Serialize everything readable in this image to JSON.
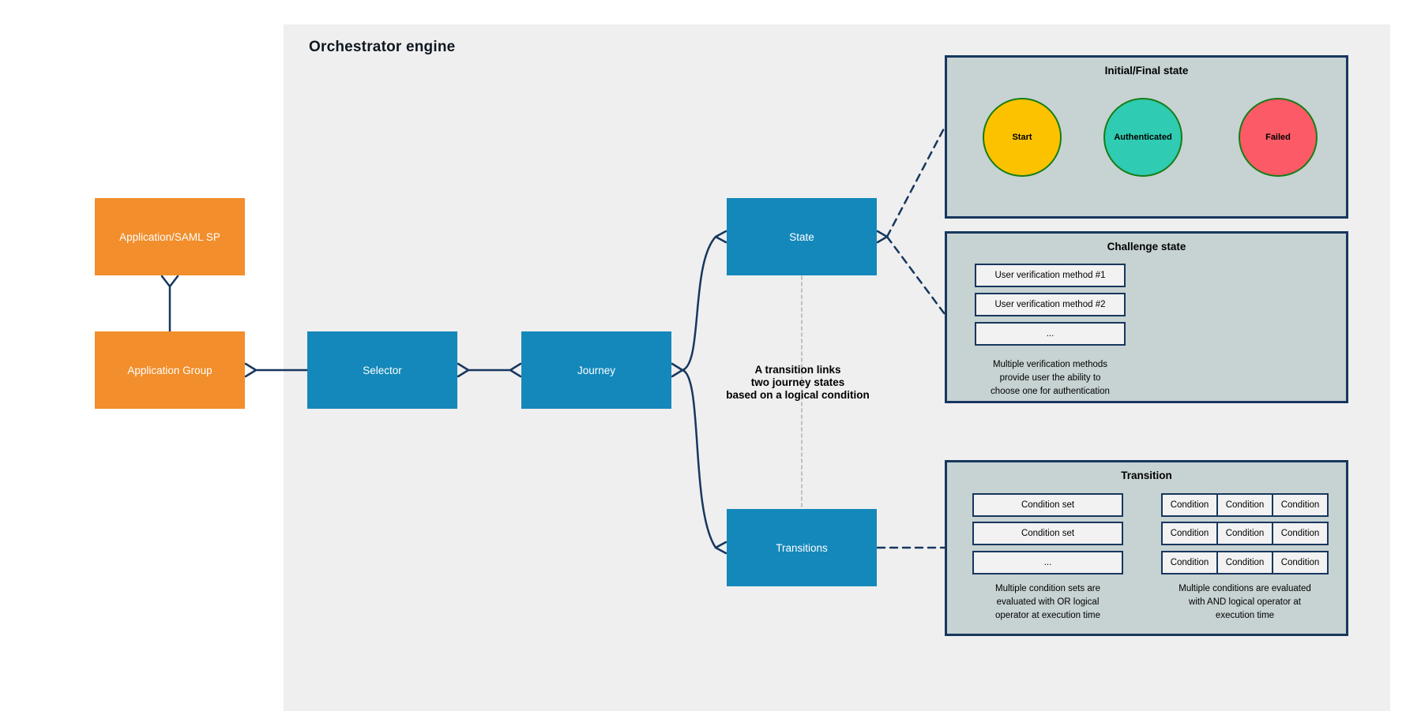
{
  "engine": {
    "title": "Orchestrator engine"
  },
  "nodes": {
    "saml_sp": "Application/SAML SP",
    "app_group": "Application Group",
    "selector": "Selector",
    "journey": "Journey",
    "state": "State",
    "transitions": "Transitions"
  },
  "annotation": "A transition links\ntwo journey states\nbased on a logical condition",
  "panels": {
    "initial_final": {
      "title": "Initial/Final state",
      "states": [
        {
          "label": "Start",
          "color": "#fcc200"
        },
        {
          "label": "Authenticated",
          "color": "#2fcbb2"
        },
        {
          "label": "Failed",
          "color": "#fb5a66"
        }
      ]
    },
    "challenge": {
      "title": "Challenge state",
      "rows": [
        "User verification method #1",
        "User verification method #2",
        "..."
      ],
      "caption": "Multiple verification methods\nprovide user the ability to\nchoose one for authentication"
    },
    "transition": {
      "title": "Transition",
      "condition_sets": [
        "Condition set",
        "Condition set",
        "..."
      ],
      "or_caption": "Multiple condition sets are\nevaluated with OR logical\noperator at execution time",
      "condition_grid": [
        [
          "Condition",
          "Condition",
          "Condition"
        ],
        [
          "Condition",
          "Condition",
          "Condition"
        ],
        [
          "Condition",
          "Condition",
          "Condition"
        ]
      ],
      "and_caption": "Multiple conditions are evaluated\nwith AND logical operator at\nexecution time"
    }
  },
  "colors": {
    "engine_bg": "#efefef",
    "node_orange": "#f28e2b",
    "node_blue": "#1488ba",
    "connector_navy": "#17375e",
    "panel_bg": "#c7d2d2",
    "panel_border": "#17375e",
    "row_bg": "#f2f2f2",
    "circle_border_green": "#157d15",
    "gray_dash": "#b5b5b5",
    "title_text": "#101820"
  }
}
